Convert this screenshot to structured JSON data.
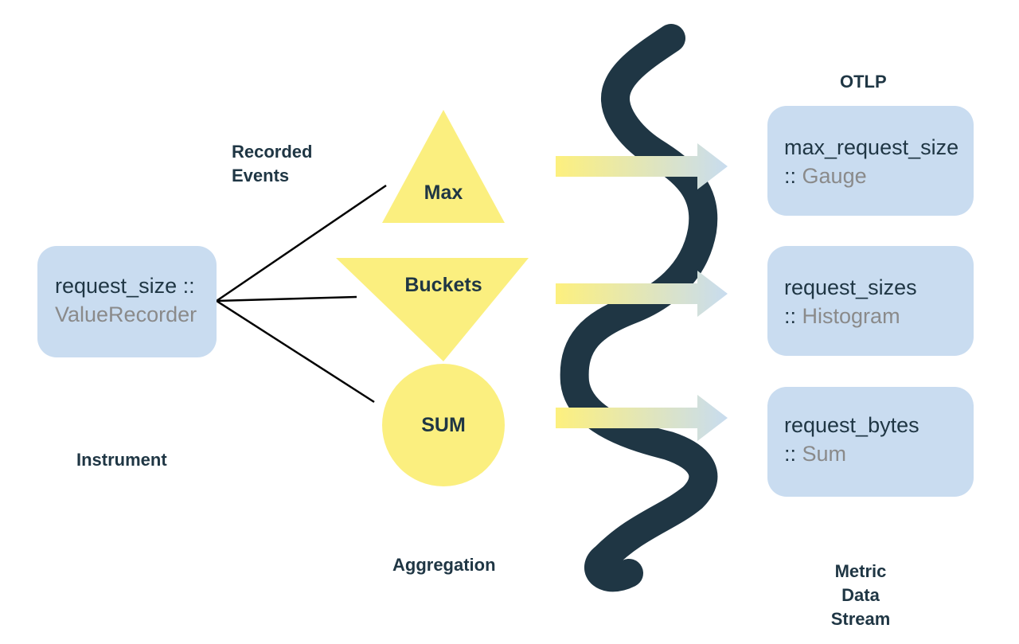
{
  "labels": {
    "recorded_events": [
      "Recorded",
      "Events"
    ],
    "instrument": "Instrument",
    "aggregation": "Aggregation",
    "otlp": "OTLP",
    "metric_data_stream": [
      "Metric Data",
      "Stream"
    ]
  },
  "instrument_box": {
    "name": "request_size ::",
    "type": "ValueRecorder"
  },
  "aggregations": [
    {
      "label": "Max",
      "shape": "triangle-up"
    },
    {
      "label": "Buckets",
      "shape": "triangle-down"
    },
    {
      "label": "SUM",
      "shape": "circle"
    }
  ],
  "outputs": [
    {
      "name": "max_request_size",
      "sep": "::",
      "type": "Gauge"
    },
    {
      "name": "request_sizes",
      "sep": "::",
      "type": "Histogram"
    },
    {
      "name": "request_bytes",
      "sep": "::",
      "type": "Sum"
    }
  ],
  "colors": {
    "dark": "#1f3644",
    "yellow": "#fbef7f",
    "box_blue": "#c9dcf0",
    "type_gray": "#8a8a8a"
  }
}
